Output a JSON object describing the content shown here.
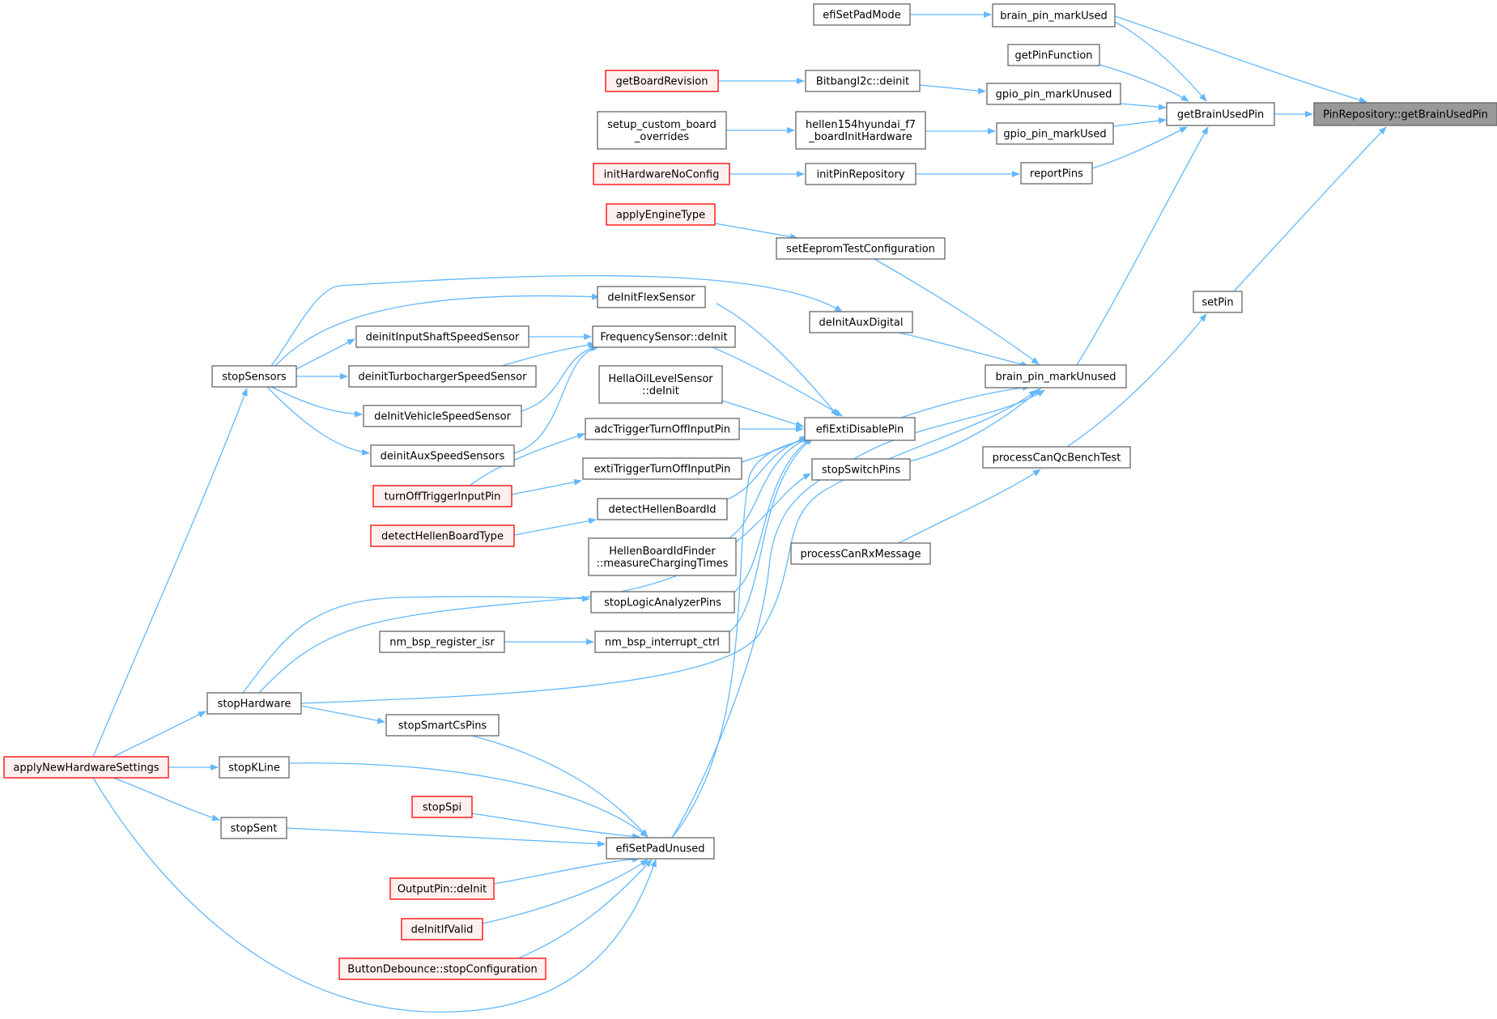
{
  "colors": {
    "edge": "#63b8ff",
    "node_border": "#666666",
    "node_fill": "#ffffff",
    "truncated_border": "#ff0000",
    "truncated_fill": "#fff0f0",
    "root_fill": "#999999"
  },
  "nodes": {
    "root": {
      "lines": [
        "PinRepository::getBrainUsedPin"
      ],
      "style": "root"
    },
    "getBrainUsedPin": {
      "lines": [
        "getBrainUsedPin"
      ],
      "style": "normal"
    },
    "setPin": {
      "lines": [
        "setPin"
      ],
      "style": "normal"
    },
    "brain_pin_markUsed": {
      "lines": [
        "brain_pin_markUsed"
      ],
      "style": "normal"
    },
    "getPinFunction": {
      "lines": [
        "getPinFunction"
      ],
      "style": "normal"
    },
    "gpio_pin_markUnused": {
      "lines": [
        "gpio_pin_markUnused"
      ],
      "style": "normal"
    },
    "gpio_pin_markUsed": {
      "lines": [
        "gpio_pin_markUsed"
      ],
      "style": "normal"
    },
    "reportPins": {
      "lines": [
        "reportPins"
      ],
      "style": "normal"
    },
    "brain_pin_markUnused": {
      "lines": [
        "brain_pin_markUnused"
      ],
      "style": "normal"
    },
    "processCanQcBenchTest": {
      "lines": [
        "processCanQcBenchTest"
      ],
      "style": "normal"
    },
    "efiSetPadMode": {
      "lines": [
        "efiSetPadMode"
      ],
      "style": "normal"
    },
    "BitbangI2c_deinit": {
      "lines": [
        "BitbangI2c::deinit"
      ],
      "style": "normal"
    },
    "hellen154": {
      "lines": [
        "hellen154hyundai_f7",
        "_boardInitHardware"
      ],
      "style": "normal"
    },
    "initPinRepository": {
      "lines": [
        "initPinRepository"
      ],
      "style": "normal"
    },
    "setEepromTestConfiguration": {
      "lines": [
        "setEepromTestConfiguration"
      ],
      "style": "normal"
    },
    "deInitAuxDigital": {
      "lines": [
        "deInitAuxDigital"
      ],
      "style": "normal"
    },
    "efiExtiDisablePin": {
      "lines": [
        "efiExtiDisablePin"
      ],
      "style": "normal"
    },
    "stopSwitchPins": {
      "lines": [
        "stopSwitchPins"
      ],
      "style": "normal"
    },
    "processCanRxMessage": {
      "lines": [
        "processCanRxMessage"
      ],
      "style": "normal"
    },
    "getBoardRevision": {
      "lines": [
        "getBoardRevision"
      ],
      "style": "red"
    },
    "setup_custom_board": {
      "lines": [
        "setup_custom_board",
        "_overrides"
      ],
      "style": "normal"
    },
    "initHardwareNoConfig": {
      "lines": [
        "initHardwareNoConfig"
      ],
      "style": "red"
    },
    "applyEngineType": {
      "lines": [
        "applyEngineType"
      ],
      "style": "red"
    },
    "deInitFlexSensor": {
      "lines": [
        "deInitFlexSensor"
      ],
      "style": "normal"
    },
    "FrequencySensor_deInit": {
      "lines": [
        "FrequencySensor::deInit"
      ],
      "style": "normal"
    },
    "HellaOilLevelSensor": {
      "lines": [
        "HellaOilLevelSensor",
        "::deInit"
      ],
      "style": "normal"
    },
    "adcTriggerTurnOffInputPin": {
      "lines": [
        "adcTriggerTurnOffInputPin"
      ],
      "style": "normal"
    },
    "extiTriggerTurnOffInputPin": {
      "lines": [
        "extiTriggerTurnOffInputPin"
      ],
      "style": "normal"
    },
    "detectHellenBoardId": {
      "lines": [
        "detectHellenBoardId"
      ],
      "style": "normal"
    },
    "HellenBoardIdFinder": {
      "lines": [
        "HellenBoardIdFinder",
        "::measureChargingTimes"
      ],
      "style": "normal"
    },
    "stopLogicAnalyzerPins": {
      "lines": [
        "stopLogicAnalyzerPins"
      ],
      "style": "normal"
    },
    "nm_bsp_interrupt_ctrl": {
      "lines": [
        "nm_bsp_interrupt_ctrl"
      ],
      "style": "normal"
    },
    "efiSetPadUnused": {
      "lines": [
        "efiSetPadUnused"
      ],
      "style": "normal"
    },
    "deinitInputShaftSpeedSensor": {
      "lines": [
        "deinitInputShaftSpeedSensor"
      ],
      "style": "normal"
    },
    "deinitTurbochargerSpeedSensor": {
      "lines": [
        "deinitTurbochargerSpeedSensor"
      ],
      "style": "normal"
    },
    "deInitVehicleSpeedSensor": {
      "lines": [
        "deInitVehicleSpeedSensor"
      ],
      "style": "normal"
    },
    "deinitAuxSpeedSensors": {
      "lines": [
        "deinitAuxSpeedSensors"
      ],
      "style": "normal"
    },
    "turnOffTriggerInputPin": {
      "lines": [
        "turnOffTriggerInputPin"
      ],
      "style": "red"
    },
    "detectHellenBoardType": {
      "lines": [
        "detectHellenBoardType"
      ],
      "style": "red"
    },
    "nm_bsp_register_isr": {
      "lines": [
        "nm_bsp_register_isr"
      ],
      "style": "normal"
    },
    "stopSmartCsPins": {
      "lines": [
        "stopSmartCsPins"
      ],
      "style": "normal"
    },
    "stopSpi": {
      "lines": [
        "stopSpi"
      ],
      "style": "red"
    },
    "OutputPin_deInit": {
      "lines": [
        "OutputPin::deInit"
      ],
      "style": "red"
    },
    "deInitIfValid": {
      "lines": [
        "deInitIfValid"
      ],
      "style": "red"
    },
    "ButtonDebounce": {
      "lines": [
        "ButtonDebounce::stopConfiguration"
      ],
      "style": "red"
    },
    "stopSensors": {
      "lines": [
        "stopSensors"
      ],
      "style": "normal"
    },
    "stopHardware": {
      "lines": [
        "stopHardware"
      ],
      "style": "normal"
    },
    "stopKLine": {
      "lines": [
        "stopKLine"
      ],
      "style": "normal"
    },
    "stopSent": {
      "lines": [
        "stopSent"
      ],
      "style": "normal"
    },
    "applyNewHardwareSettings": {
      "lines": [
        "applyNewHardwareSettings"
      ],
      "style": "red"
    }
  },
  "edges": [
    [
      "getBrainUsedPin",
      "root"
    ],
    [
      "setPin",
      "root"
    ],
    [
      "brain_pin_markUsed",
      "root"
    ],
    [
      "brain_pin_markUsed",
      "getBrainUsedPin"
    ],
    [
      "getPinFunction",
      "getBrainUsedPin"
    ],
    [
      "gpio_pin_markUnused",
      "getBrainUsedPin"
    ],
    [
      "gpio_pin_markUsed",
      "getBrainUsedPin"
    ],
    [
      "reportPins",
      "getBrainUsedPin"
    ],
    [
      "brain_pin_markUnused",
      "getBrainUsedPin"
    ],
    [
      "processCanQcBenchTest",
      "setPin"
    ],
    [
      "efiSetPadMode",
      "brain_pin_markUsed"
    ],
    [
      "BitbangI2c_deinit",
      "gpio_pin_markUnused"
    ],
    [
      "hellen154",
      "gpio_pin_markUsed"
    ],
    [
      "initPinRepository",
      "reportPins"
    ],
    [
      "setEepromTestConfiguration",
      "brain_pin_markUnused"
    ],
    [
      "deInitAuxDigital",
      "brain_pin_markUnused"
    ],
    [
      "efiExtiDisablePin",
      "brain_pin_markUnused"
    ],
    [
      "stopSwitchPins",
      "brain_pin_markUnused"
    ],
    [
      "stopHardware",
      "brain_pin_markUnused"
    ],
    [
      "efiSetPadUnused",
      "brain_pin_markUnused"
    ],
    [
      "processCanRxMessage",
      "processCanQcBenchTest"
    ],
    [
      "getBoardRevision",
      "BitbangI2c_deinit"
    ],
    [
      "setup_custom_board",
      "hellen154"
    ],
    [
      "initHardwareNoConfig",
      "initPinRepository"
    ],
    [
      "applyEngineType",
      "setEepromTestConfiguration"
    ],
    [
      "stopSensors",
      "deInitAuxDigital"
    ],
    [
      "deInitFlexSensor",
      "efiExtiDisablePin"
    ],
    [
      "FrequencySensor_deInit",
      "efiExtiDisablePin"
    ],
    [
      "HellaOilLevelSensor",
      "efiExtiDisablePin"
    ],
    [
      "adcTriggerTurnOffInputPin",
      "efiExtiDisablePin"
    ],
    [
      "extiTriggerTurnOffInputPin",
      "efiExtiDisablePin"
    ],
    [
      "detectHellenBoardId",
      "efiExtiDisablePin"
    ],
    [
      "HellenBoardIdFinder",
      "efiExtiDisablePin"
    ],
    [
      "stopLogicAnalyzerPins",
      "efiExtiDisablePin"
    ],
    [
      "nm_bsp_interrupt_ctrl",
      "efiExtiDisablePin"
    ],
    [
      "efiSetPadUnused",
      "efiExtiDisablePin"
    ],
    [
      "stopHardware",
      "stopSwitchPins"
    ],
    [
      "stopSensors",
      "deInitFlexSensor"
    ],
    [
      "deinitInputShaftSpeedSensor",
      "FrequencySensor_deInit"
    ],
    [
      "deinitTurbochargerSpeedSensor",
      "FrequencySensor_deInit"
    ],
    [
      "deInitVehicleSpeedSensor",
      "FrequencySensor_deInit"
    ],
    [
      "deinitAuxSpeedSensors",
      "FrequencySensor_deInit"
    ],
    [
      "turnOffTriggerInputPin",
      "adcTriggerTurnOffInputPin"
    ],
    [
      "turnOffTriggerInputPin",
      "extiTriggerTurnOffInputPin"
    ],
    [
      "detectHellenBoardType",
      "detectHellenBoardId"
    ],
    [
      "stopHardware",
      "stopLogicAnalyzerPins"
    ],
    [
      "nm_bsp_register_isr",
      "nm_bsp_interrupt_ctrl"
    ],
    [
      "stopSmartCsPins",
      "efiSetPadUnused"
    ],
    [
      "stopKLine",
      "efiSetPadUnused"
    ],
    [
      "stopSpi",
      "efiSetPadUnused"
    ],
    [
      "stopSent",
      "efiSetPadUnused"
    ],
    [
      "OutputPin_deInit",
      "efiSetPadUnused"
    ],
    [
      "deInitIfValid",
      "efiSetPadUnused"
    ],
    [
      "ButtonDebounce",
      "efiSetPadUnused"
    ],
    [
      "applyNewHardwareSettings",
      "efiSetPadUnused"
    ],
    [
      "stopSensors",
      "deinitInputShaftSpeedSensor"
    ],
    [
      "stopSensors",
      "deinitTurbochargerSpeedSensor"
    ],
    [
      "stopSensors",
      "deInitVehicleSpeedSensor"
    ],
    [
      "stopSensors",
      "deinitAuxSpeedSensors"
    ],
    [
      "stopHardware",
      "stopSmartCsPins"
    ],
    [
      "applyNewHardwareSettings",
      "stopSensors"
    ],
    [
      "applyNewHardwareSettings",
      "stopHardware"
    ],
    [
      "applyNewHardwareSettings",
      "stopKLine"
    ],
    [
      "applyNewHardwareSettings",
      "stopSent"
    ]
  ]
}
